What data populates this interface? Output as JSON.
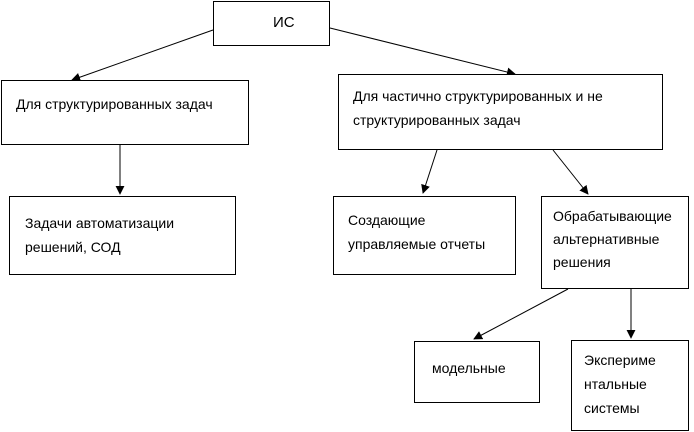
{
  "diagram": {
    "nodes": {
      "root": {
        "lines": [
          "ИС"
        ]
      },
      "structured": {
        "lines": [
          "Для структурированных задач"
        ]
      },
      "semi": {
        "lines": [
          "Для частично структурированных и не",
          "структурированных задач"
        ]
      },
      "automation": {
        "lines": [
          "Задачи автоматизации",
          "решений, СОД"
        ]
      },
      "reports": {
        "lines": [
          "Создающие",
          "управляемые отчеты"
        ]
      },
      "alternatives": {
        "lines": [
          "Обрабатывающие",
          "альтернативные",
          "решения"
        ]
      },
      "model": {
        "lines": [
          "модельные"
        ]
      },
      "experimental": {
        "lines": [
          "Экспериме",
          "нтальные",
          "системы"
        ]
      }
    },
    "edges": [
      {
        "from": "root",
        "to": "structured"
      },
      {
        "from": "root",
        "to": "semi"
      },
      {
        "from": "structured",
        "to": "automation"
      },
      {
        "from": "semi",
        "to": "reports"
      },
      {
        "from": "semi",
        "to": "alternatives"
      },
      {
        "from": "alternatives",
        "to": "model"
      },
      {
        "from": "alternatives",
        "to": "experimental"
      }
    ]
  }
}
